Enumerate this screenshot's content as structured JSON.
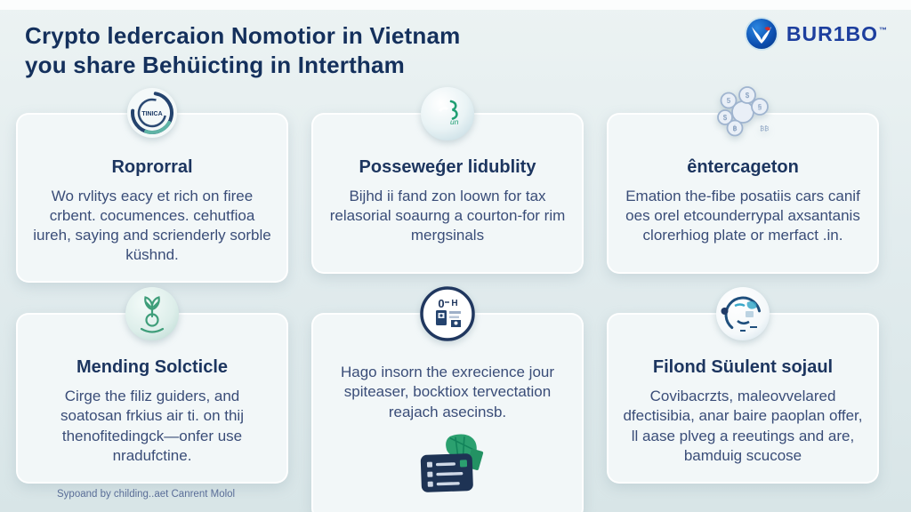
{
  "header": {
    "title_line1": "Crypto ledercaion Nomotior in Vietnam",
    "title_line2": "you share Behüicting in Intertham"
  },
  "logo": {
    "text": "BUR1BO",
    "tm": "™",
    "icon": "buribo-bird-circle-icon"
  },
  "cards": [
    {
      "icon": "ring-logo-icon",
      "icon_text": "TINICA",
      "title": "Roprorral",
      "body": "Wo rvlitys eacy et rich on firee crbent. cocumences. cehutfioa iureh, saying and scrienderly sorble küshnd."
    },
    {
      "icon": "glossy-sphere-dollar-icon",
      "icon_text": "un",
      "title": "Posseweǵer lidublity",
      "body": "Bijhd ii fand zon loown for tax relasorial soaurng a courton-for rim mergsinals"
    },
    {
      "icon": "coin-cluster-icon",
      "title": "êntercageton",
      "body": "Emation the-fibe posatiis cars canif oes orel etcounderrypal axsantanis clorerhiog plate or merfact .in."
    },
    {
      "icon": "sprout-sphere-icon",
      "title": "Mending Solcticle",
      "body": "Cirge the filiz guiders, and soatosan frkius air ti. on thij thenofitedingck—onfer use nradufctine."
    },
    {
      "icon": "document-circle-icon",
      "icon_text": "0 H",
      "body": "Hago insorn the exrecience jour spiteaser, bocktiox tervectation reajach asecinsb.",
      "footer_icon": "checklist-card-leaf-icon"
    },
    {
      "icon": "globe-sphere-icon",
      "title": "Filond Süulent sojaul",
      "body": "Covibacrzts, maleovvelared dfectisibia, anar baire paoplan offer, ll aase plveg a reeutings and are, bamduig scucose"
    }
  ],
  "footer": {
    "credit": "Sypoand by childing..aet Canrent Molol"
  },
  "colors": {
    "title_navy": "#14305c",
    "body_text": "#3a4d78",
    "logo_blue": "#1d3f9e",
    "green_accent": "#2ba06f",
    "card_bg": "#f2f7f8",
    "page_bg": "#dfe9ea"
  }
}
